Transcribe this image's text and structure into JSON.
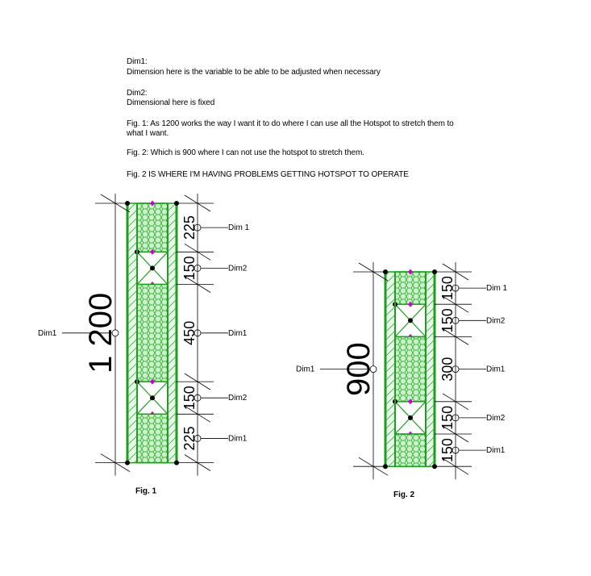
{
  "notes": [
    "Dim1:",
    "Dimension here is the variable to be able to be adjusted when necessary",
    "Dim2:",
    "Dimensional here is fixed",
    "Fig. 1: As 1200  works the  way I want it to do where I can use all the Hotspot to stretch them to",
    "what I want.",
    "Fig. 2: Which is 900 where I can not use the hotspot to stretch them.",
    "Fig. 2 IS WHERE I'M HAVING PROBLEMS GETTING HOTSPOT TO OPERATE"
  ],
  "colors": {
    "green": "#1e9e1e",
    "insulation_fill": "#c9f2c9",
    "face_fill": "#e9f9e9",
    "grip_magenta": "#cc00cc",
    "grip_black": "#000000"
  },
  "figures": [
    {
      "caption": "Fig. 1",
      "total_label": "1 200",
      "total_dim_label": "Dim1",
      "segments": [
        {
          "value": "225",
          "type": "insulation",
          "dim": "Dim 1"
        },
        {
          "value": "150",
          "type": "block",
          "dim": "Dim2"
        },
        {
          "value": "450",
          "type": "insulation",
          "dim": "Dim1"
        },
        {
          "value": "150",
          "type": "block",
          "dim": "Dim2"
        },
        {
          "value": "225",
          "type": "insulation",
          "dim": "Dim1"
        }
      ]
    },
    {
      "caption": "Fig. 2",
      "total_label": "900",
      "total_dim_label": "Dim1",
      "segments": [
        {
          "value": "150",
          "type": "insulation",
          "dim": "Dim 1"
        },
        {
          "value": "150",
          "type": "block",
          "dim": "Dim2"
        },
        {
          "value": "300",
          "type": "insulation",
          "dim": "Dim1"
        },
        {
          "value": "150",
          "type": "block",
          "dim": "Dim2"
        },
        {
          "value": "150",
          "type": "insulation",
          "dim": "Dim1"
        }
      ]
    }
  ]
}
